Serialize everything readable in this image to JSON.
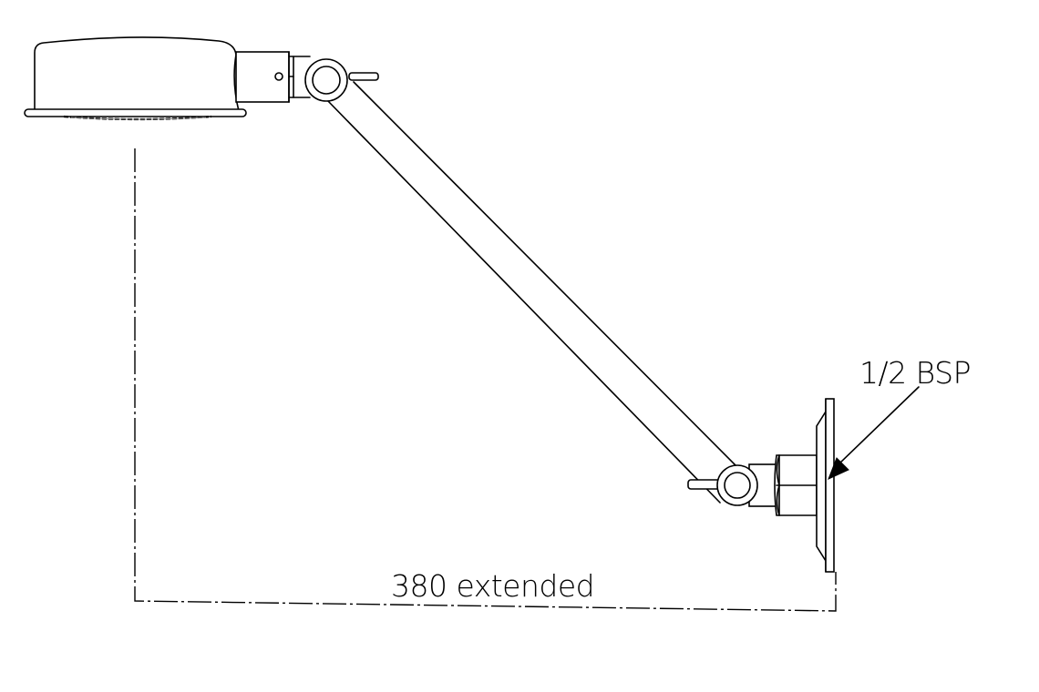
{
  "drawing": {
    "subject": "Adjustable shower arm with shower head",
    "colors": {
      "line": "#000000",
      "background": "#ffffff"
    },
    "annotations": {
      "thread_label": "1/2 BSP",
      "dimension_label": "380 extended"
    },
    "dimension": {
      "value": 380,
      "condition": "extended"
    }
  }
}
